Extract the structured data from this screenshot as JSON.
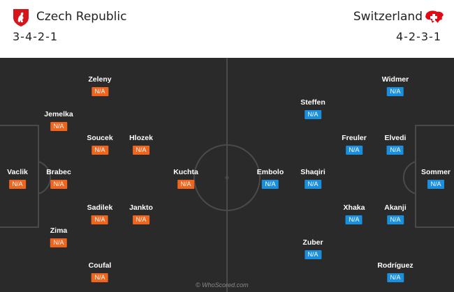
{
  "home": {
    "name": "Czech Republic",
    "formation": "3-4-2-1",
    "color": "#f0651e",
    "crest_icon": "czech-lion-crest-icon",
    "players": [
      {
        "name": "Vaclik",
        "rating": "N/A"
      },
      {
        "name": "Jemelka",
        "rating": "N/A"
      },
      {
        "name": "Brabec",
        "rating": "N/A"
      },
      {
        "name": "Zima",
        "rating": "N/A"
      },
      {
        "name": "Zeleny",
        "rating": "N/A"
      },
      {
        "name": "Soucek",
        "rating": "N/A"
      },
      {
        "name": "Sadilek",
        "rating": "N/A"
      },
      {
        "name": "Coufal",
        "rating": "N/A"
      },
      {
        "name": "Hlozek",
        "rating": "N/A"
      },
      {
        "name": "Jankto",
        "rating": "N/A"
      },
      {
        "name": "Kuchta",
        "rating": "N/A"
      }
    ]
  },
  "away": {
    "name": "Switzerland",
    "formation": "4-2-3-1",
    "color": "#1a8fdd",
    "crest_icon": "swiss-crest-icon",
    "players": [
      {
        "name": "Sommer",
        "rating": "N/A"
      },
      {
        "name": "Widmer",
        "rating": "N/A"
      },
      {
        "name": "Elvedi",
        "rating": "N/A"
      },
      {
        "name": "Akanji",
        "rating": "N/A"
      },
      {
        "name": "Rodríguez",
        "rating": "N/A"
      },
      {
        "name": "Freuler",
        "rating": "N/A"
      },
      {
        "name": "Xhaka",
        "rating": "N/A"
      },
      {
        "name": "Steffen",
        "rating": "N/A"
      },
      {
        "name": "Shaqiri",
        "rating": "N/A"
      },
      {
        "name": "Zuber",
        "rating": "N/A"
      },
      {
        "name": "Embolo",
        "rating": "N/A"
      }
    ]
  },
  "watermark": "© WhoScored.com"
}
